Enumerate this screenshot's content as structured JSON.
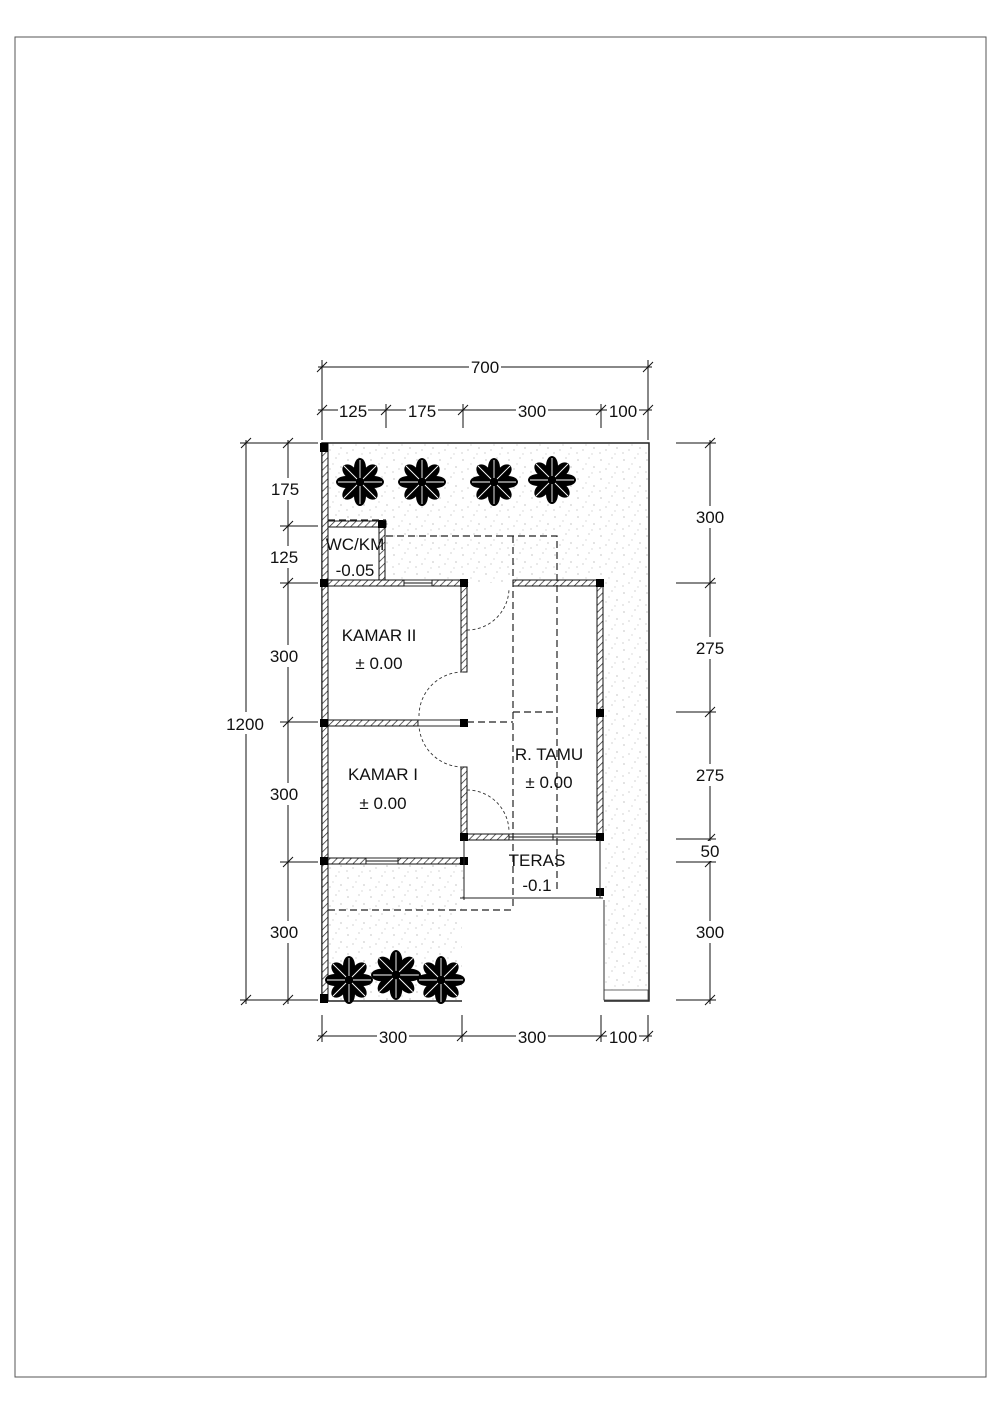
{
  "plan": {
    "dims_top": {
      "overall": "700",
      "d1": "125",
      "d2": "175",
      "d3": "300",
      "d4": "100"
    },
    "dims_bottom": {
      "d1": "300",
      "d2": "300",
      "d3": "100"
    },
    "dims_left": {
      "overall": "1200",
      "d1": "175",
      "d2": "125",
      "d3": "300",
      "d4": "300",
      "d5": "300"
    },
    "dims_right": {
      "d1": "300",
      "d2": "275",
      "d3": "275",
      "d4": "50",
      "d5": "300"
    },
    "rooms": {
      "wc": {
        "name": "WC/KM",
        "level": "-0.05"
      },
      "kamar2": {
        "name": "KAMAR II",
        "level": "± 0.00"
      },
      "kamar1": {
        "name": "KAMAR I",
        "level": "± 0.00"
      },
      "tamu": {
        "name": "R. TAMU",
        "level": "± 0.00"
      },
      "teras": {
        "name": "TERAS",
        "level": "-0.1"
      }
    }
  }
}
